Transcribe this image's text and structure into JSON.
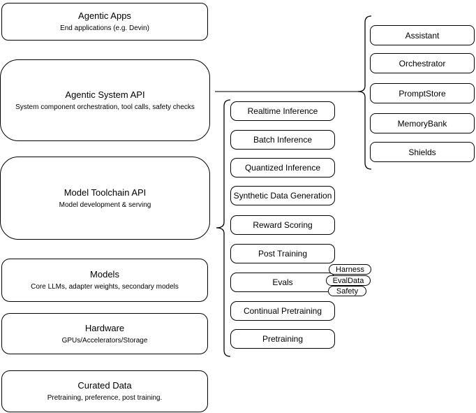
{
  "stack": [
    {
      "title": "Agentic Apps",
      "subtitle": "End applications (e.g. Devin)"
    },
    {
      "title": "Agentic System API",
      "subtitle": "System component orchestration, tool calls, safety checks"
    },
    {
      "title": "Model Toolchain API",
      "subtitle": "Model development & serving"
    },
    {
      "title": "Models",
      "subtitle": "Core LLMs, adapter weights, secondary models"
    },
    {
      "title": "Hardware",
      "subtitle": "GPUs/Accelerators/Storage"
    },
    {
      "title": "Curated Data",
      "subtitle": "Pretraining, preference, post training."
    }
  ],
  "toolchain": {
    "items": [
      "Realtime Inference",
      "Batch Inference",
      "Quantized Inference",
      "Synthetic Data Generation",
      "Reward Scoring",
      "Post Training",
      "Evals",
      "Continual Pretraining",
      "Pretraining"
    ]
  },
  "eval_tags": [
    "Harness",
    "EvalData",
    "Safety"
  ],
  "system_components": [
    "Assistant",
    "Orchestrator",
    "PromptStore",
    "MemoryBank",
    "Shields"
  ],
  "colors": {
    "box_stroke": "#000000",
    "box_fill": "#ffffff",
    "connector": "#666666",
    "text": "#000000"
  }
}
